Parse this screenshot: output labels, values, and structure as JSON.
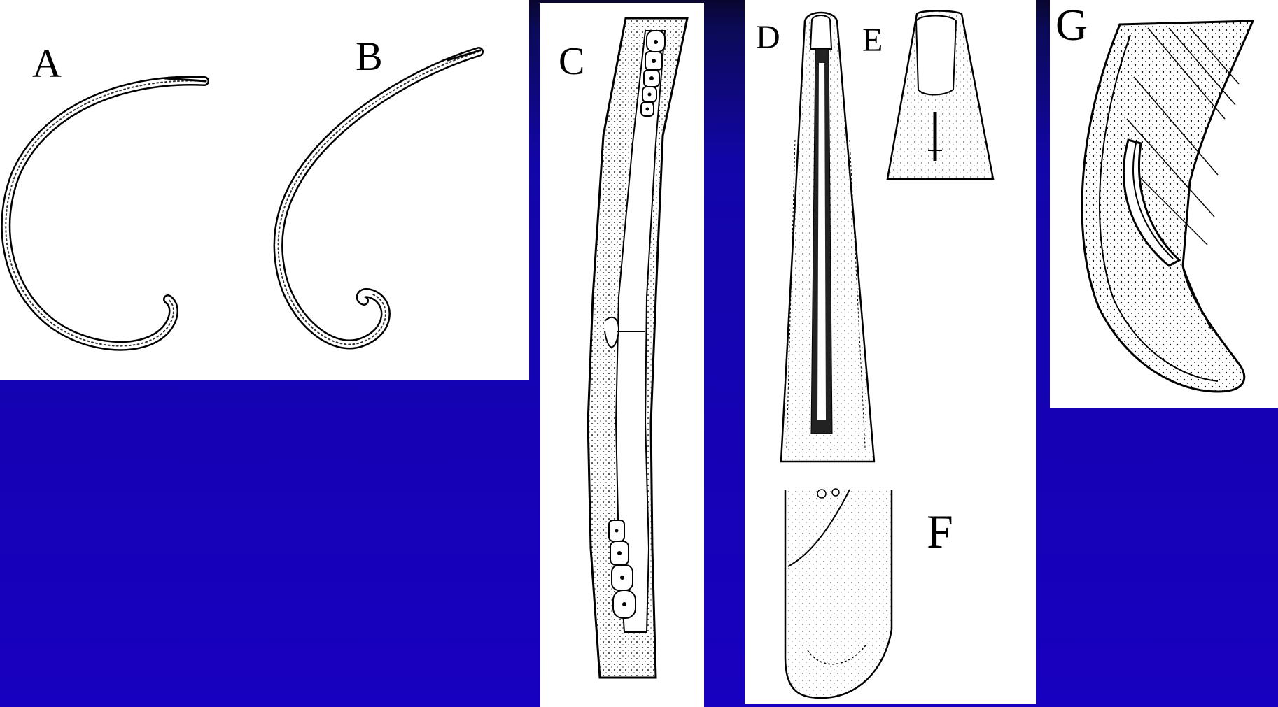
{
  "figure": {
    "labels": {
      "a": "A",
      "b": "B",
      "c": "C",
      "d": "D",
      "e": "E",
      "f": "F",
      "g": "G"
    },
    "colors": {
      "background_dark": "#0a0630",
      "background_blue": "#1800c0",
      "panel": "#ffffff",
      "ink": "#000000"
    }
  }
}
